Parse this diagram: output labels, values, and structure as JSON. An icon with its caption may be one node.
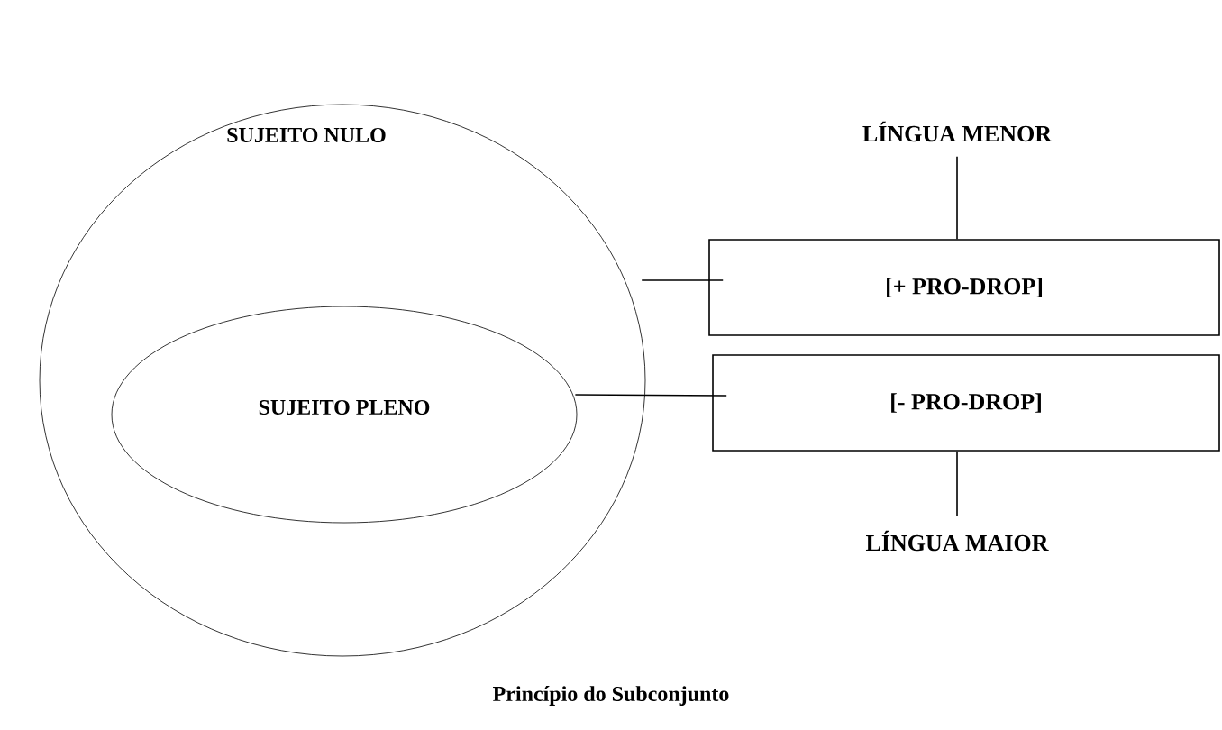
{
  "diagram": {
    "caption": "Princípio do Subconjunto",
    "nodes": [
      {
        "text": [
          "SUJEITO NULO"
        ]
      },
      {
        "text": [
          "SUJEITO PLENO"
        ],
        "in": 0
      },
      {
        "text": [
          "[+ PRO-DROP]"
        ]
      },
      {
        "text": [
          "[- PRO-DROP]"
        ]
      },
      {
        "text": [
          "LÍNGUA MENOR"
        ]
      },
      {
        "text": [
          "LÍNGUA MAIOR"
        ]
      }
    ],
    "edges": [
      {
        "from": 0,
        "to": 2,
        "arrow": "none"
      },
      {
        "from": 1,
        "to": 3,
        "arrow": "none"
      },
      {
        "from": 4,
        "to": 2,
        "arrow": "none"
      },
      {
        "from": 5,
        "to": 3,
        "arrow": "none"
      }
    ]
  }
}
